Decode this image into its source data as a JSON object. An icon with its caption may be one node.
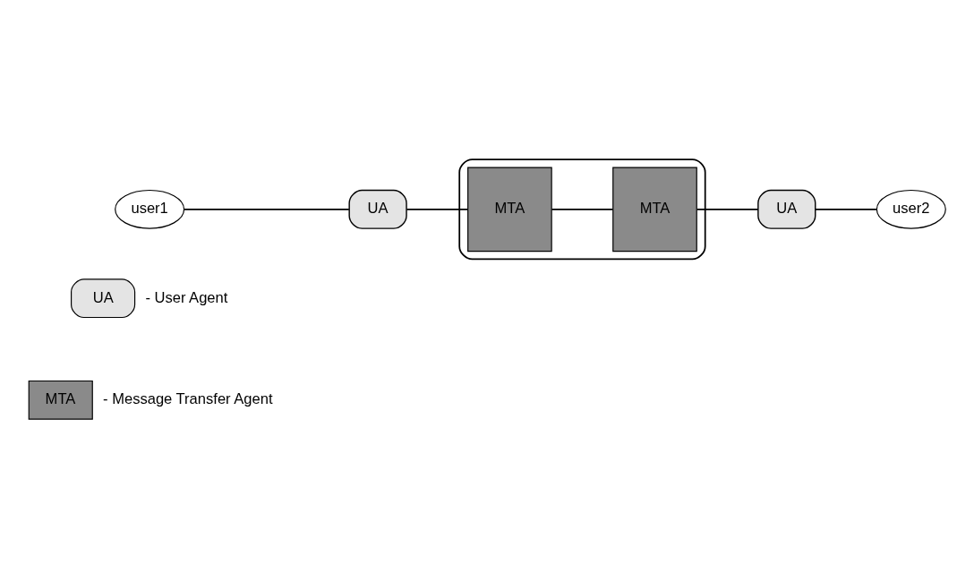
{
  "diagram": {
    "nodes": [
      {
        "text": [
          "user1"
        ]
      },
      {
        "text": [
          "user2"
        ]
      },
      {
        "text": [
          "UA"
        ]
      },
      {
        "text": [],
        "shape": "box"
      },
      {
        "text": [
          "MTA"
        ],
        "in": 3
      },
      {
        "text": [
          "MTA"
        ],
        "in": 3
      },
      {
        "text": [
          "UA"
        ]
      },
      {
        "text": [
          "UA"
        ],
        "beside": [
          "- User Agent"
        ]
      },
      {
        "text": [
          "MTA"
        ],
        "beside": [
          "- Message Transfer Agent"
        ]
      }
    ],
    "edges": [
      {
        "from": 0,
        "to": 2,
        "arrow": "none"
      },
      {
        "from": 2,
        "to": 4,
        "arrow": "none"
      },
      {
        "from": 4,
        "to": 5,
        "arrow": "none"
      },
      {
        "from": 5,
        "to": 6,
        "arrow": "none"
      },
      {
        "from": 6,
        "to": 1,
        "arrow": "none"
      }
    ]
  }
}
